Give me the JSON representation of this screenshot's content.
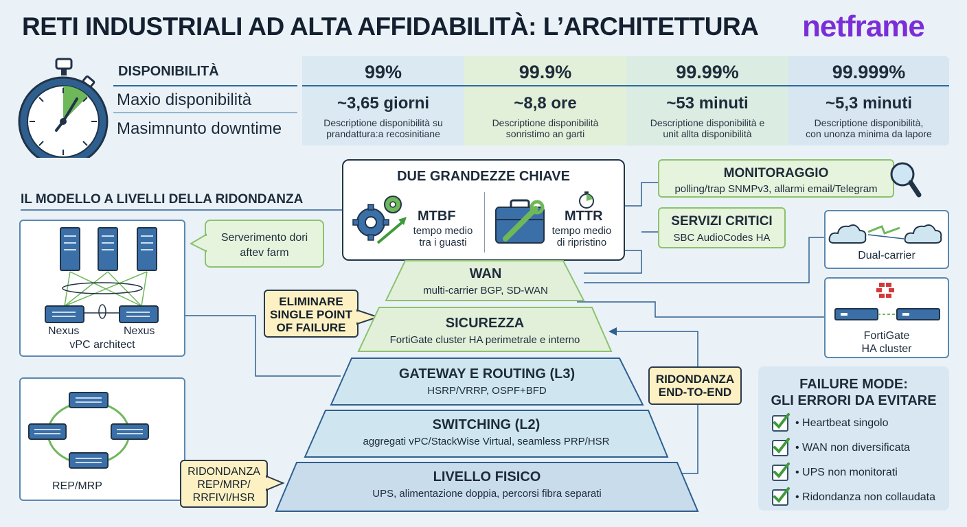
{
  "header": {
    "title": "RETI INDUSTRIALI AD ALTA AFFIDABILITÀ: L’ARCHITETTURA",
    "brand": "netframe"
  },
  "availability": {
    "heading": "DISPONIBILITÀ",
    "row_label_1": "Maxio disponibilità",
    "row_label_2": "Masimnunto downtime",
    "columns": [
      {
        "pct": "99%",
        "downtime": "~3,65 giorni",
        "desc_1": "Descriptione disponibilità su",
        "desc_2": "prandattura:a recosinitiane",
        "color": "#dbe9f2"
      },
      {
        "pct": "99.9%",
        "downtime": "~8,8 ore",
        "desc_1": "Descriptione disponibilità",
        "desc_2": "sonristimo an garti",
        "color": "#e2f0da"
      },
      {
        "pct": "99.99%",
        "downtime": "~53 minuti",
        "desc_1": "Descriptione disponibilità e",
        "desc_2": "unit allta disponibilità",
        "color": "#dbece2"
      },
      {
        "pct": "99.999%",
        "downtime": "~5,3 minuti",
        "desc_1": "Descriptione disponibilità,",
        "desc_2": "con unonza minima da lapore",
        "color": "#d8e6f1"
      }
    ]
  },
  "key_metrics": {
    "title": "DUE GRANDEZZE CHIAVE",
    "mtbf": {
      "label": "MTBF",
      "desc_1": "tempo medio",
      "desc_2": "tra i guasti"
    },
    "mttr": {
      "label": "MTTR",
      "desc_1": "tempo medio",
      "desc_2": "di ripristino"
    }
  },
  "monitoring": {
    "title": "MONITORAGGIO",
    "desc": "polling/trap SNMPv3, allarmi email/Telegram"
  },
  "critical_services": {
    "title": "SERVIZI CRITICI",
    "desc": "SBC AudioCodes HA"
  },
  "model": {
    "title": "IL MODELLO A LIVELLI DELLA RIDONDANZA"
  },
  "vpc": {
    "bubble_1": "Serverimento dori",
    "bubble_2": "aftev farm",
    "nexus_left": "Nexus",
    "nexus_right": "Nexus",
    "caption": "vPC architect"
  },
  "ring": {
    "caption": "REP/MRP"
  },
  "labels": {
    "spof_1": "ELIMINARE",
    "spof_2": "SINGLE POINT",
    "spof_3": "OF FAILURE",
    "e2e_1": "RIDONDANZA",
    "e2e_2": "END-TO-END",
    "rep_1": "RIDONDANZA",
    "rep_2": "REP/MRP/",
    "rep_3": "RRFIVI/HSR"
  },
  "layers": [
    {
      "title": "WAN",
      "desc": "multi-carrier BGP, SD-WAN"
    },
    {
      "title": "SICUREZZA",
      "desc": "FortiGate cluster HA perimetrale e interno"
    },
    {
      "title": "GATEWAY E ROUTING (L3)",
      "desc": "HSRP/VRRP, OSPF+BFD"
    },
    {
      "title": "SWITCHING (L2)",
      "desc": "aggregati vPC/StackWise Virtual, seamless PRP/HSR"
    },
    {
      "title": "LIVELLO FISICO",
      "desc": "UPS, alimentazione doppia, percorsi fibra separati"
    }
  ],
  "dual_carrier": {
    "caption": "Dual-carrier"
  },
  "fortigate": {
    "caption_1": "FortiGate",
    "caption_2": "HA cluster"
  },
  "failure_mode": {
    "title_1": "FAILURE MODE:",
    "title_2": "GLI ERRORI DA EVITARE",
    "items": [
      "• Heartbeat singolo",
      "• WAN non diversificata",
      "• UPS non monitorati",
      "• Ridondanza non collaudata"
    ]
  }
}
